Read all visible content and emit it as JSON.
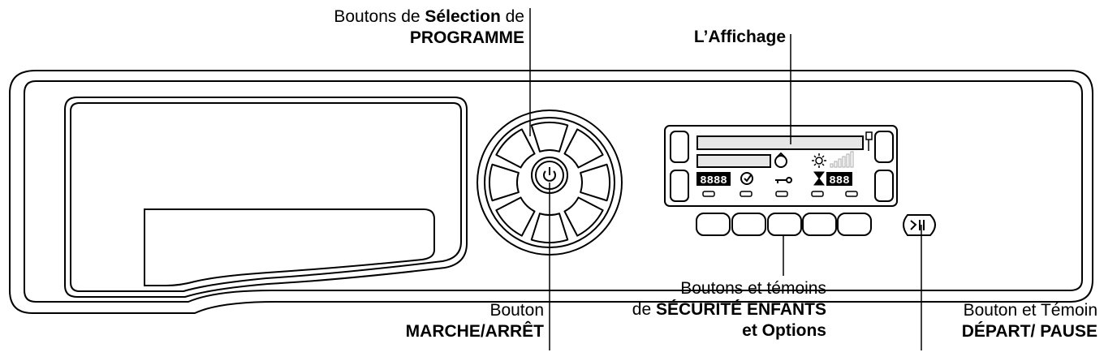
{
  "labels": {
    "program_selection": {
      "line1_prefix": "Boutons de ",
      "line1_bold": "Sélection",
      "line1_suffix": " de",
      "line2_bold": "PROGRAMME"
    },
    "display": {
      "text": "L’Affichage"
    },
    "child_safety": {
      "line1": "Boutons et témoins",
      "line2_prefix": "de ",
      "line2_bold": "SÉCURITÉ ENFANTS",
      "line3_bold": "et Options"
    },
    "on_off": {
      "line1": "Bouton",
      "line2_bold": "MARCHE/ARRÊT"
    },
    "start_pause": {
      "line1": "Bouton et Témoin",
      "line2_bold": "DÉPART/ PAUSE"
    }
  },
  "display": {
    "time_left": "8888",
    "time_right": "888"
  },
  "icons": {
    "power": "power-icon",
    "start_pause": "play-pause-icon",
    "drying_level": "sun-icon",
    "signal": "signal-bars-icon",
    "temperature": "thermometer-icon",
    "child_lock": "key-icon",
    "delay": "hourglass-icon",
    "extra_rinse": "cycle-icon",
    "crease": "shirt-icon"
  },
  "colors": {
    "line": "#000000",
    "background": "#ffffff",
    "segment_bg": "#000000",
    "segment_fg": "#ffffff"
  }
}
